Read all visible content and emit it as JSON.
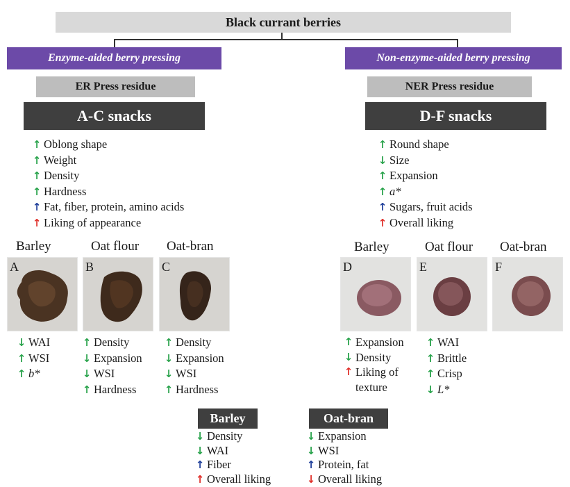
{
  "title": "Black currant berries",
  "left": {
    "method": "Enzyme-aided berry pressing",
    "residue": "ER Press residue",
    "snacks": "A-C snacks",
    "traits": [
      {
        "dir": "up",
        "color": "green",
        "text": "Oblong shape"
      },
      {
        "dir": "up",
        "color": "green",
        "text": "Weight"
      },
      {
        "dir": "up",
        "color": "green",
        "text": "Density"
      },
      {
        "dir": "up",
        "color": "green",
        "text": "Hardness"
      },
      {
        "dir": "up",
        "color": "blue",
        "text": "Fat, fiber, protein, amino acids"
      },
      {
        "dir": "up",
        "color": "red",
        "text": "Liking of appearance"
      }
    ],
    "samples": [
      {
        "cereal": "Barley",
        "letter": "A",
        "traits": [
          {
            "dir": "down",
            "color": "green",
            "text": "WAI"
          },
          {
            "dir": "up",
            "color": "green",
            "text": "WSI"
          },
          {
            "dir": "up",
            "color": "green",
            "text": "b*",
            "italic": true
          }
        ]
      },
      {
        "cereal": "Oat flour",
        "letter": "B",
        "traits": [
          {
            "dir": "up",
            "color": "green",
            "text": "Density"
          },
          {
            "dir": "down",
            "color": "green",
            "text": "Expansion"
          },
          {
            "dir": "down",
            "color": "green",
            "text": "WSI"
          },
          {
            "dir": "up",
            "color": "green",
            "text": "Hardness"
          }
        ]
      },
      {
        "cereal": "Oat-bran",
        "letter": "C",
        "traits": [
          {
            "dir": "up",
            "color": "green",
            "text": "Density"
          },
          {
            "dir": "down",
            "color": "green",
            "text": "Expansion"
          },
          {
            "dir": "down",
            "color": "green",
            "text": "WSI"
          },
          {
            "dir": "up",
            "color": "green",
            "text": "Hardness"
          }
        ]
      }
    ]
  },
  "right": {
    "method": "Non-enzyme-aided berry pressing",
    "residue": "NER Press residue",
    "snacks": "D-F snacks",
    "traits": [
      {
        "dir": "up",
        "color": "green",
        "text": "Round shape"
      },
      {
        "dir": "down",
        "color": "green",
        "text": "Size"
      },
      {
        "dir": "up",
        "color": "green",
        "text": "Expansion"
      },
      {
        "dir": "up",
        "color": "green",
        "text": "a*",
        "italic": true
      },
      {
        "dir": "up",
        "color": "blue",
        "text": "Sugars, fruit acids"
      },
      {
        "dir": "up",
        "color": "red",
        "text": "Overall liking"
      }
    ],
    "samples": [
      {
        "cereal": "Barley",
        "letter": "D",
        "traits": [
          {
            "dir": "up",
            "color": "green",
            "text": "Expansion"
          },
          {
            "dir": "down",
            "color": "green",
            "text": "Density"
          },
          {
            "dir": "up",
            "color": "red",
            "text": "Liking of"
          },
          {
            "dir": "none",
            "color": "none",
            "text": "texture"
          }
        ]
      },
      {
        "cereal": "Oat flour",
        "letter": "E",
        "traits": [
          {
            "dir": "up",
            "color": "green",
            "text": "WAI"
          },
          {
            "dir": "up",
            "color": "green",
            "text": "Brittle"
          },
          {
            "dir": "up",
            "color": "green",
            "text": "Crisp"
          },
          {
            "dir": "down",
            "color": "green",
            "text": "L*",
            "italic": true
          }
        ]
      },
      {
        "cereal": "Oat-bran",
        "letter": "F",
        "traits": []
      }
    ]
  },
  "bottom": [
    {
      "label": "Barley",
      "traits": [
        {
          "dir": "down",
          "color": "green",
          "text": "Density"
        },
        {
          "dir": "down",
          "color": "green",
          "text": "WAI"
        },
        {
          "dir": "up",
          "color": "blue",
          "text": "Fiber"
        },
        {
          "dir": "up",
          "color": "red",
          "text": "Overall liking"
        }
      ]
    },
    {
      "label": "Oat-bran",
      "traits": [
        {
          "dir": "down",
          "color": "green",
          "text": "Expansion"
        },
        {
          "dir": "down",
          "color": "green",
          "text": "WSI"
        },
        {
          "dir": "up",
          "color": "blue",
          "text": "Protein, fat"
        },
        {
          "dir": "down",
          "color": "red",
          "text": "Overall liking"
        }
      ]
    }
  ],
  "colors": {
    "green": "#27a24a",
    "blue": "#1f3f9a",
    "red": "#e0302a",
    "purple": "#6c4aa8",
    "dark": "#3f3f3f"
  }
}
